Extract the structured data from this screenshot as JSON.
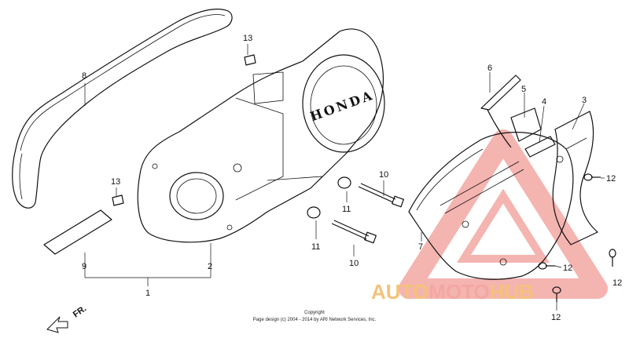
{
  "callouts": {
    "c1": "1",
    "c2": "2",
    "c3": "3",
    "c4": "4",
    "c5": "5",
    "c6": "6",
    "c7": "7",
    "c8": "8",
    "c9": "9",
    "c10a": "10",
    "c10b": "10",
    "c11a": "11",
    "c11b": "11",
    "c12a": "12",
    "c12b": "12",
    "c12c": "12",
    "c12d": "12",
    "c13a": "13",
    "c13b": "13"
  },
  "cover_logo": "HONDA",
  "front_arrow": "FR.",
  "copyright": {
    "line1": "Copyright",
    "line2": "Page design (c) 2004 - 2014 by ARI Network Services, Inc."
  },
  "watermark": {
    "part1": "AUTO",
    "part2": "MOTO",
    "part3": "HUB",
    "color_primary": "#f3a7a3",
    "color_secondary": "#f5c27a"
  }
}
